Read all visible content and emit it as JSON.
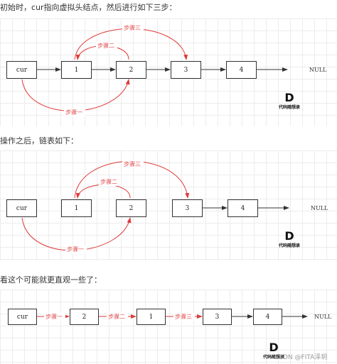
{
  "captions": {
    "initial": "初始时，cur指向虚拟头结点，然后进行如下三步：",
    "after": "操作之后，链表如下：",
    "simplified": "看这个可能就更直观一些了："
  },
  "nodes": {
    "cur": "cur",
    "n1": "1",
    "n2": "2",
    "n3": "3",
    "n4": "4",
    "null": "NULL"
  },
  "steps": {
    "one": "步骤一",
    "two": "步骤二",
    "three": "步骤三"
  },
  "logo": {
    "mark": "D",
    "text": "代码随想录"
  },
  "watermark": "CSDN @FITA泽玥",
  "colors": {
    "red": "#e03a3a",
    "node_border": "#333333",
    "grid": "#ececec"
  }
}
